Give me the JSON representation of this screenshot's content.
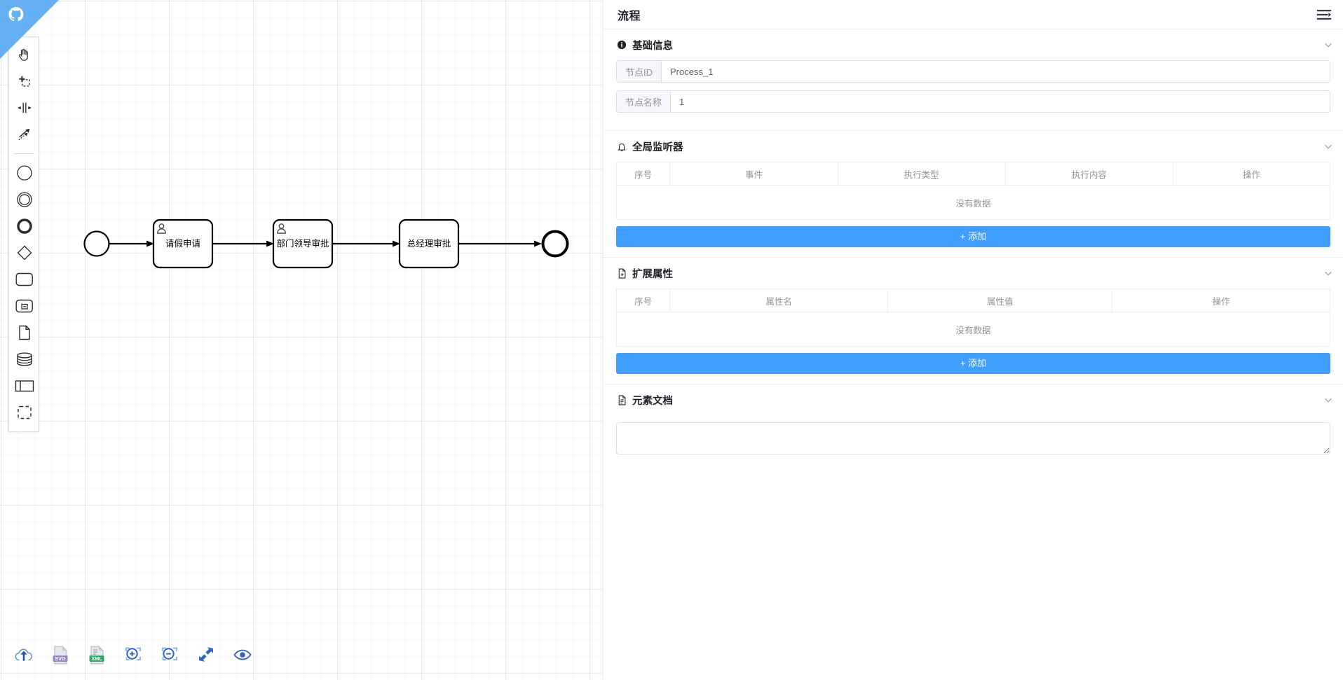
{
  "branding": {
    "corner_ribbon": "github-corner-ribbon"
  },
  "palette": {
    "groups": [
      {
        "items": [
          {
            "name": "hand-tool",
            "icon": "hand-icon",
            "title": "激活抓手工具"
          },
          {
            "name": "lasso-tool",
            "icon": "lasso-select-icon",
            "title": "激活套索工具"
          },
          {
            "name": "space-tool",
            "icon": "space-tool-icon",
            "title": "激活空间工具"
          },
          {
            "name": "global-connect-tool",
            "icon": "connect-arrow-icon",
            "title": "激活全局连接工具"
          }
        ]
      },
      {
        "items": [
          {
            "name": "create-start-event",
            "icon": "circle-thin-icon",
            "title": "创建开始事件"
          },
          {
            "name": "create-intermediate-event",
            "icon": "circle-double-icon",
            "title": "创建中间/边界事件"
          },
          {
            "name": "create-end-event",
            "icon": "circle-thick-icon",
            "title": "创建结束事件"
          },
          {
            "name": "create-gateway",
            "icon": "diamond-icon",
            "title": "创建网关"
          },
          {
            "name": "create-task",
            "icon": "rounded-rect-icon",
            "title": "创建任务"
          },
          {
            "name": "create-subprocess-expanded",
            "icon": "subprocess-icon",
            "title": "创建展开的子流程"
          },
          {
            "name": "create-data-object",
            "icon": "data-object-icon",
            "title": "创建数据对象引用"
          },
          {
            "name": "create-data-store",
            "icon": "data-store-icon",
            "title": "创建数据存储引用"
          },
          {
            "name": "create-participant",
            "icon": "participant-pool-icon",
            "title": "创建池/参与者"
          },
          {
            "name": "create-group",
            "icon": "group-dashed-icon",
            "title": "创建组"
          }
        ]
      }
    ]
  },
  "bottom_toolbar": {
    "items": [
      {
        "name": "upload-xml-button",
        "icon": "upload-cloud-icon",
        "label": ""
      },
      {
        "name": "export-svg-button",
        "icon": "svg-file-icon",
        "label": "SVG"
      },
      {
        "name": "export-xml-button",
        "icon": "xml-file-icon",
        "label": "XML"
      },
      {
        "name": "zoom-in-button",
        "icon": "zoom-in-icon",
        "label": ""
      },
      {
        "name": "zoom-out-button",
        "icon": "zoom-out-icon",
        "label": ""
      },
      {
        "name": "fit-viewport-button",
        "icon": "fit-screen-icon",
        "label": ""
      },
      {
        "name": "preview-button",
        "icon": "eye-icon",
        "label": ""
      }
    ]
  },
  "diagram": {
    "type": "bpmn",
    "nodes": [
      {
        "id": "StartEvent_1",
        "kind": "start-event",
        "label": ""
      },
      {
        "id": "Task_1",
        "kind": "user-task",
        "label": "请假申请"
      },
      {
        "id": "Task_2",
        "kind": "user-task",
        "label": "部门领导审批"
      },
      {
        "id": "Task_3",
        "kind": "user-task",
        "label": "总经理审批"
      },
      {
        "id": "EndEvent_1",
        "kind": "end-event",
        "label": ""
      }
    ],
    "flows": [
      {
        "from": "StartEvent_1",
        "to": "Task_1"
      },
      {
        "from": "Task_1",
        "to": "Task_2"
      },
      {
        "from": "Task_2",
        "to": "Task_3"
      },
      {
        "from": "Task_3",
        "to": "EndEvent_1"
      }
    ]
  },
  "panel": {
    "title": "流程",
    "menu_icon": "hamburger-icon",
    "sections": {
      "basic": {
        "title": "基础信息",
        "icon": "info-circle-icon",
        "fields": [
          {
            "name": "node-id",
            "label": "节点ID",
            "value": "Process_1",
            "placeholder": ""
          },
          {
            "name": "node-name",
            "label": "节点名称",
            "value": "1",
            "placeholder": ""
          }
        ]
      },
      "listeners": {
        "title": "全局监听器",
        "icon": "bell-icon",
        "columns": [
          "序号",
          "事件",
          "执行类型",
          "执行内容",
          "操作"
        ],
        "rows": [],
        "empty_text": "没有数据",
        "add_label": "+ 添加"
      },
      "extensions": {
        "title": "扩展属性",
        "icon": "file-plus-icon",
        "columns": [
          "序号",
          "属性名",
          "属性值",
          "操作"
        ],
        "rows": [],
        "empty_text": "没有数据",
        "add_label": "+ 添加"
      },
      "documentation": {
        "title": "元素文档",
        "icon": "file-text-icon",
        "value": "",
        "placeholder": ""
      }
    }
  },
  "colors": {
    "accent": "#409eff",
    "ribbon": "#64b0f2",
    "panel_border": "#e9edf2",
    "text_primary": "#1f2329",
    "text_muted": "#909399",
    "toolbar_icon": "#2c5fb3"
  }
}
